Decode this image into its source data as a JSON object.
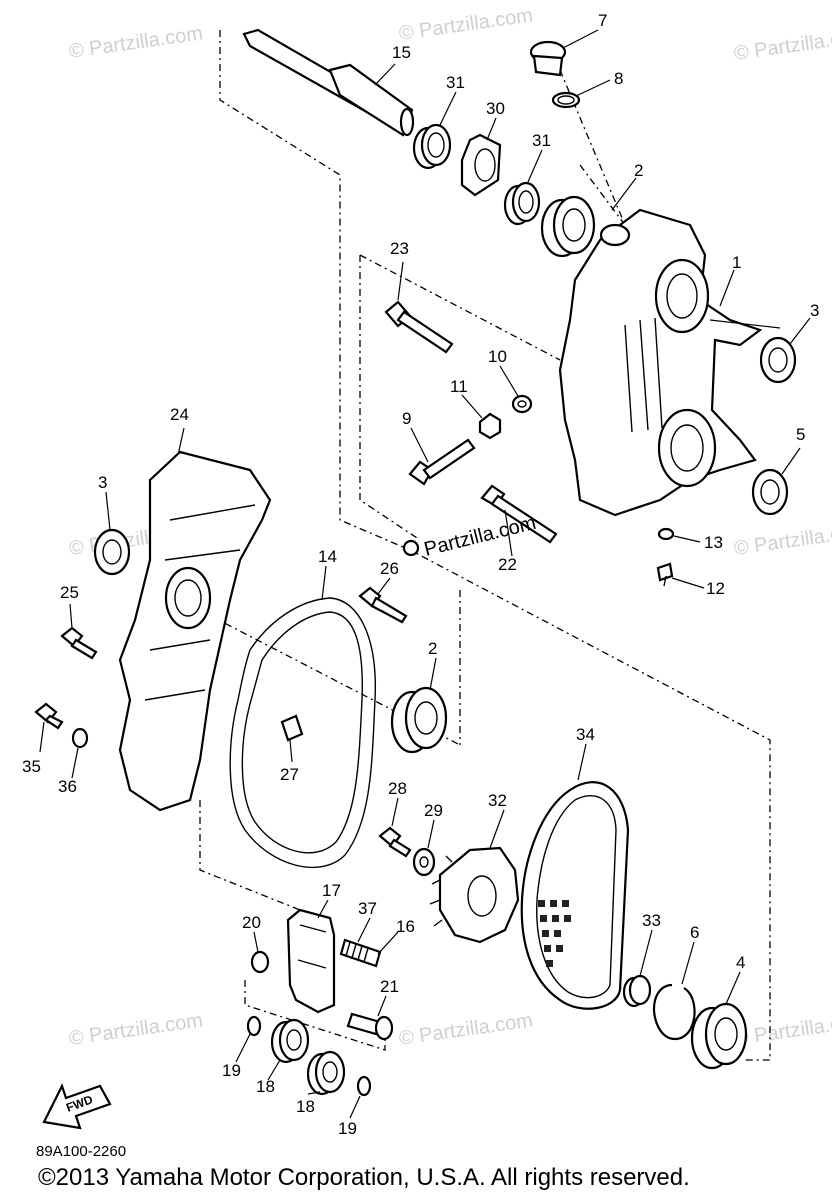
{
  "watermark": "© Partzilla.com",
  "center_watermark": "Partzilla.com",
  "fwd_label": "FWD",
  "diagram_code": "89A100-2260",
  "copyright": "©2013 Yamaha Motor Corporation, U.S.A. All rights reserved.",
  "callouts": {
    "p1": "1",
    "p2a": "2",
    "p2b": "2",
    "p3a": "3",
    "p3b": "3",
    "p4": "4",
    "p5": "5",
    "p6": "6",
    "p7": "7",
    "p8": "8",
    "p9": "9",
    "p10": "10",
    "p11": "11",
    "p12": "12",
    "p13": "13",
    "p14": "14",
    "p15": "15",
    "p16": "16",
    "p17": "17",
    "p18a": "18",
    "p18b": "18",
    "p19a": "19",
    "p19b": "19",
    "p20": "20",
    "p21": "21",
    "p22": "22",
    "p23": "23",
    "p24": "24",
    "p25": "25",
    "p26": "26",
    "p27": "27",
    "p28": "28",
    "p29": "29",
    "p30": "30",
    "p31a": "31",
    "p31b": "31",
    "p32": "32",
    "p33": "33",
    "p34": "34",
    "p35": "35",
    "p36": "36",
    "p37": "37"
  }
}
